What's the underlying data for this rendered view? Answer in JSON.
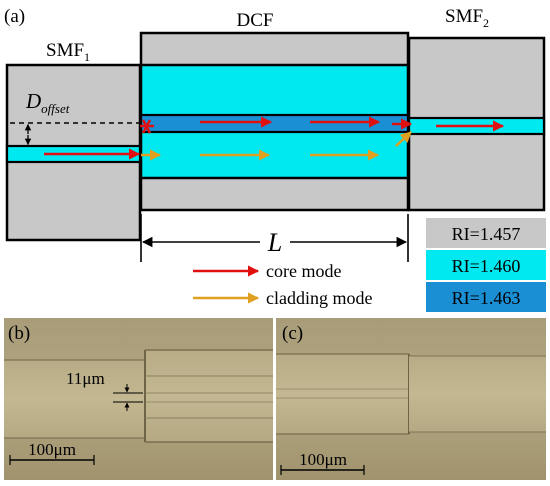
{
  "panel_a": {
    "label": "(a)",
    "fibers": {
      "smf1": {
        "name": "SMF",
        "sub": "1"
      },
      "dcf": {
        "name": "DCF"
      },
      "smf2": {
        "name": "SMF",
        "sub": "2"
      }
    },
    "offset": {
      "symbol": "D",
      "sub": "offset"
    },
    "length_symbol": "L",
    "legend": {
      "core_mode": "core mode",
      "cladding_mode": "cladding mode",
      "ri": [
        {
          "label": "RI=1.457",
          "color": "#c8c8c8"
        },
        {
          "label": "RI=1.460",
          "color": "#00e8f0"
        },
        {
          "label": "RI=1.463",
          "color": "#1a8fd4"
        }
      ]
    },
    "colors": {
      "core_arrow": "#e01010",
      "cladding_arrow": "#e0a020",
      "cladding_fill": "#c8c8c8",
      "dcf_inner_cladding": "#00e8f0",
      "dcf_core": "#1a8fd4",
      "smf_core": "#00e8f0"
    }
  },
  "panel_b": {
    "label": "(b)",
    "core_width": "11μm",
    "scale": "100μm"
  },
  "panel_c": {
    "label": "(c)",
    "scale": "100μm"
  }
}
